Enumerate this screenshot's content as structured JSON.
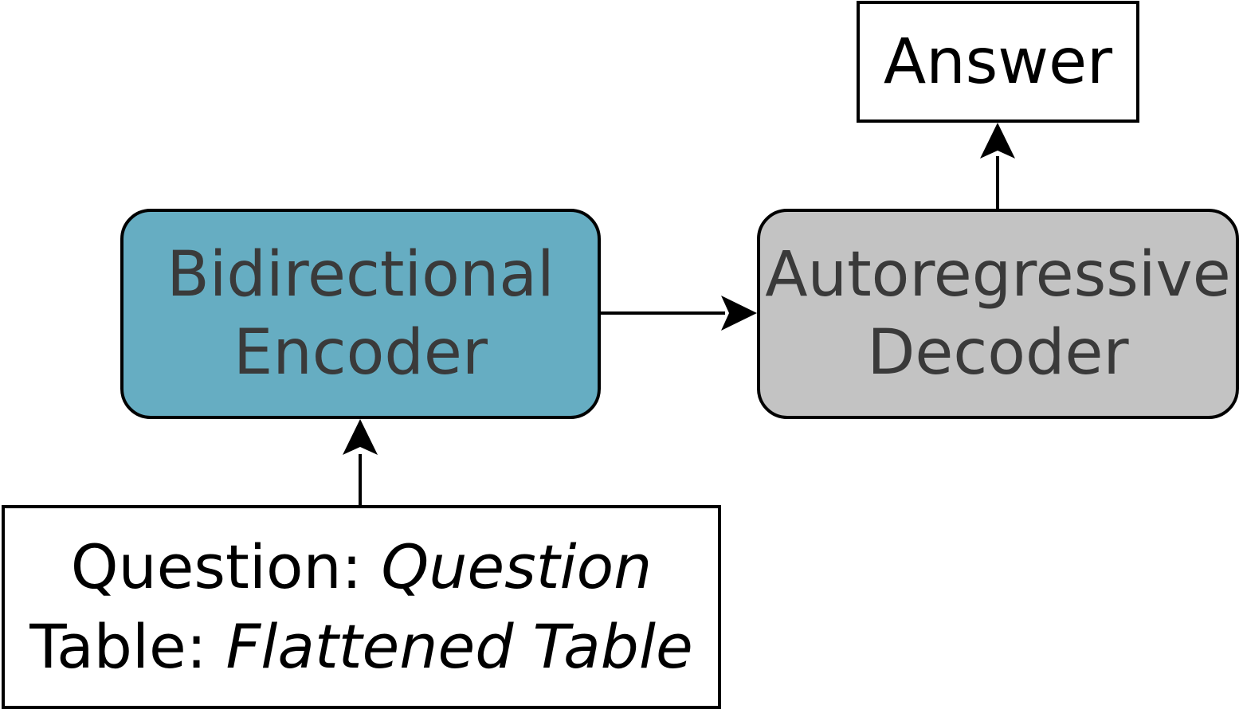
{
  "nodes": {
    "answer": {
      "label": "Answer"
    },
    "encoder": {
      "line1": "Bidirectional",
      "line2": "Encoder",
      "fill": "#66adc2",
      "text_color": "#3a3a3a"
    },
    "decoder": {
      "line1": "Autoregressive",
      "line2": "Decoder",
      "fill": "#c3c3c3",
      "text_color": "#3a3a3a"
    },
    "input": {
      "question_key": "Question:",
      "question_value": "Question",
      "table_key": "Table:",
      "table_value": "Flattened Table"
    }
  },
  "edges": [
    {
      "from": "input",
      "to": "encoder"
    },
    {
      "from": "encoder",
      "to": "decoder"
    },
    {
      "from": "decoder",
      "to": "answer"
    }
  ]
}
